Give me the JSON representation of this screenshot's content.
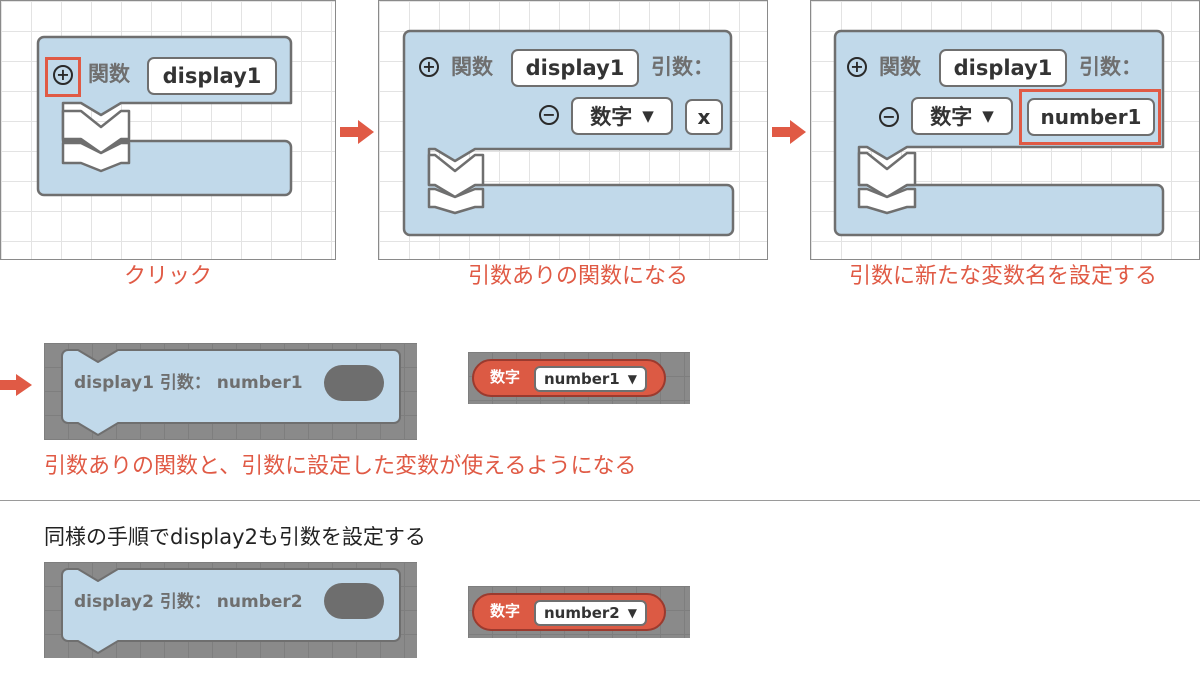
{
  "steps": [
    {
      "caption": "クリック",
      "add_icon": "⊕",
      "func_label": "関数",
      "func_name": "display1"
    },
    {
      "caption": "引数ありの関数になる",
      "add_icon": "⊕",
      "func_label": "関数",
      "func_name": "display1",
      "arg_label": "引数：",
      "remove_icon": "⊖",
      "type_value": "数字",
      "arg_name": "x"
    },
    {
      "caption": "引数に新たな変数名を設定する",
      "add_icon": "⊕",
      "func_label": "関数",
      "func_name": "display1",
      "arg_label": "引数：",
      "remove_icon": "⊖",
      "type_value": "数字",
      "arg_name": "number1"
    }
  ],
  "result1": {
    "call_text": "display1  引数：  number1",
    "var_type": "数字",
    "var_name": "number1",
    "caption": "引数ありの関数と、引数に設定した変数が使えるようになる"
  },
  "section2": {
    "heading": "同様の手順でdisplay2も引数を設定する",
    "call_text": "display2  引数：  number2",
    "var_type": "数字",
    "var_name": "number2"
  },
  "colors": {
    "block_fill": "#c1d9ea",
    "block_stroke": "#6f6f6f",
    "highlight": "#e05a45",
    "var_fill": "#dc5a44"
  },
  "icons": {
    "add": "plus-circle-icon",
    "remove": "minus-circle-icon",
    "dropdown": "caret-down-icon",
    "next": "arrow-right-icon"
  }
}
